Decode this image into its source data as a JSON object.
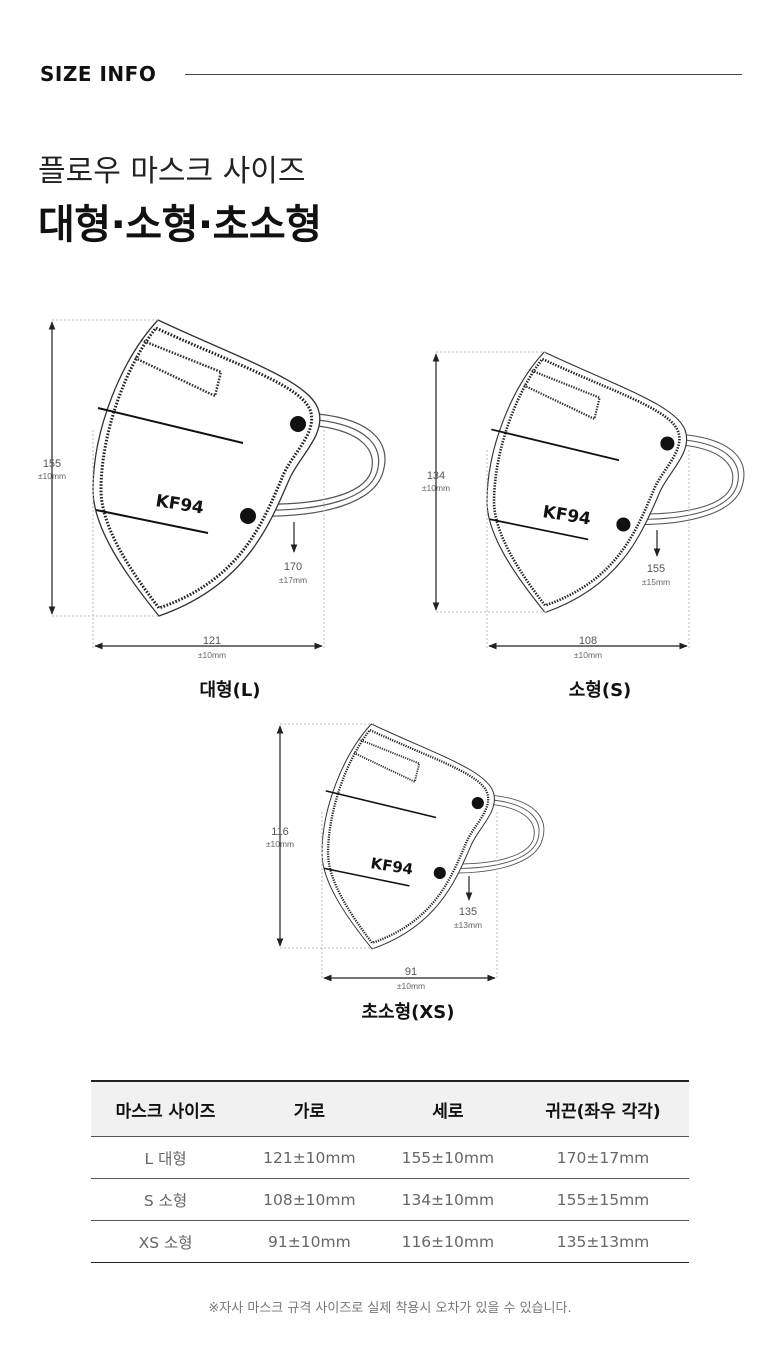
{
  "header": {
    "section_title": "SIZE INFO",
    "subtitle": "플로우 마스크 사이즈",
    "title": "대형·소형·초소형"
  },
  "masks": [
    {
      "label": "대형(L)",
      "brand": "KF94",
      "height": "155",
      "height_tol": "±10mm",
      "width": "121",
      "width_tol": "±10mm",
      "ear": "170",
      "ear_tol": "±17mm"
    },
    {
      "label": "소형(S)",
      "brand": "KF94",
      "height": "134",
      "height_tol": "±10mm",
      "width": "108",
      "width_tol": "±10mm",
      "ear": "155",
      "ear_tol": "±15mm"
    },
    {
      "label": "초소형(XS)",
      "brand": "KF94",
      "height": "116",
      "height_tol": "±10mm",
      "width": "91",
      "width_tol": "±10mm",
      "ear": "135",
      "ear_tol": "±13mm"
    }
  ],
  "table": {
    "headers": [
      "마스크 사이즈",
      "가로",
      "세로",
      "귀끈(좌우 각각)"
    ],
    "rows": [
      [
        "L 대형",
        "121±10mm",
        "155±10mm",
        "170±17mm"
      ],
      [
        "S 소형",
        "108±10mm",
        "134±10mm",
        "155±15mm"
      ],
      [
        "XS 소형",
        "91±10mm",
        "116±10mm",
        "135±13mm"
      ]
    ]
  },
  "footnote": "※자사 마스크 규격 사이즈로 실제 착용시 오차가 있을 수 있습니다.",
  "colors": {
    "text": "#111111",
    "muted": "#666666",
    "header_bg": "#f1f1f1",
    "rule": "#444444"
  }
}
